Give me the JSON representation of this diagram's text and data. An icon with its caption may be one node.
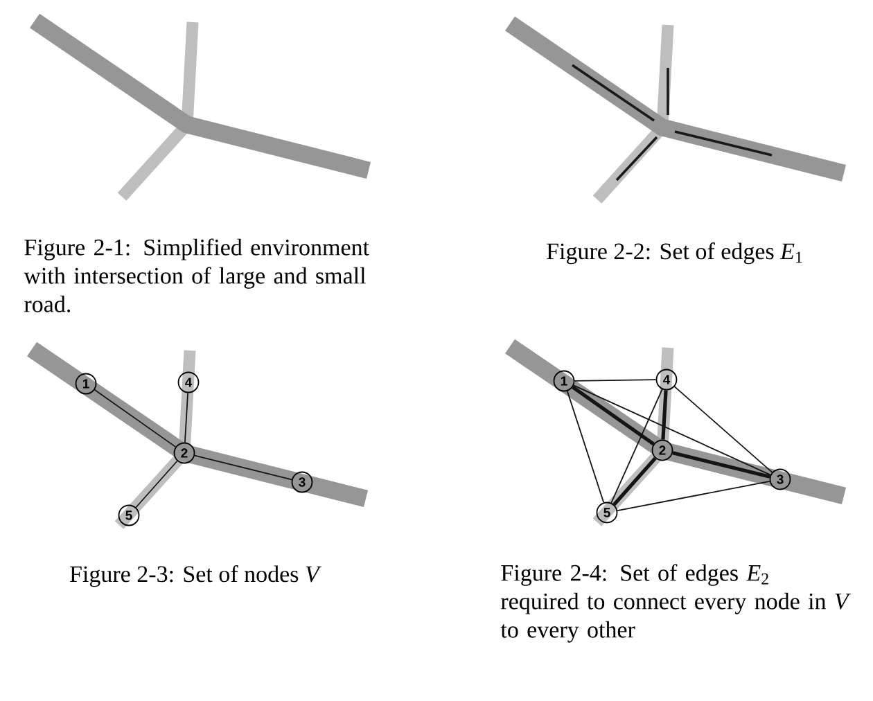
{
  "diagram": {
    "nodes": [
      {
        "text": [
          "1"
        ]
      },
      {
        "text": [
          "2"
        ]
      },
      {
        "text": [
          "3"
        ]
      },
      {
        "text": [
          "4"
        ]
      },
      {
        "text": [
          "5"
        ]
      },
      {
        "text": [
          "1"
        ]
      },
      {
        "text": [
          "2"
        ]
      },
      {
        "text": [
          "3"
        ]
      },
      {
        "text": [
          "4"
        ]
      },
      {
        "text": [
          "5"
        ]
      }
    ],
    "edges": [
      {
        "from": 0,
        "to": 1,
        "arrow": "none"
      },
      {
        "from": 3,
        "to": 1,
        "arrow": "none"
      },
      {
        "from": 1,
        "to": 2,
        "arrow": "none"
      },
      {
        "from": 1,
        "to": 4,
        "arrow": "none"
      },
      {
        "from": 5,
        "to": 8,
        "arrow": "none"
      },
      {
        "from": 5,
        "to": 6,
        "arrow": "none",
        "style": "thick"
      },
      {
        "from": 5,
        "to": 7,
        "arrow": "none"
      },
      {
        "from": 5,
        "to": 9,
        "arrow": "none"
      },
      {
        "from": 8,
        "to": 6,
        "arrow": "none",
        "style": "thick"
      },
      {
        "from": 8,
        "to": 7,
        "arrow": "none"
      },
      {
        "from": 8,
        "to": 9,
        "arrow": "none"
      },
      {
        "from": 6,
        "to": 7,
        "arrow": "none",
        "style": "thick"
      },
      {
        "from": 6,
        "to": 9,
        "arrow": "none",
        "style": "thick"
      },
      {
        "from": 9,
        "to": 7,
        "arrow": "none"
      }
    ],
    "labels": [
      "Figure 2-1: Simplified environment with intersection of large and small road.",
      "Figure 2-2: Set of edges *E*$_{1}$",
      "Figure 2-3: Set of nodes *V*",
      "Figure 2-4: Set of edges *E*$_{2}$ required to connect every node in *V* to every other"
    ]
  }
}
